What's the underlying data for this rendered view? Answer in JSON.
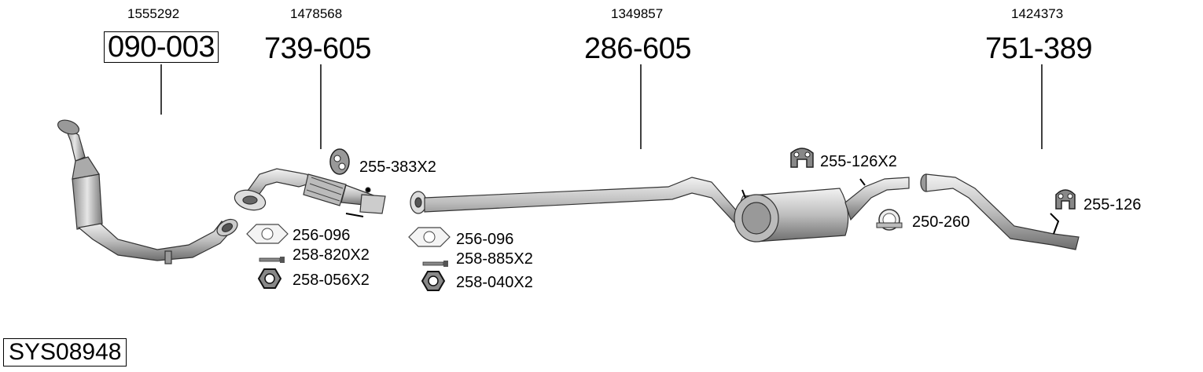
{
  "diagram": {
    "system_code": "SYS08948",
    "parts": [
      {
        "oe_number": "1555292",
        "part_number": "090-003",
        "icon": "catalytic-converter-front-pipe"
      },
      {
        "oe_number": "1478568",
        "part_number": "739-605",
        "icon": "flex-front-pipe"
      },
      {
        "oe_number": "1349857",
        "part_number": "286-605",
        "icon": "middle-pipe-with-silencer"
      },
      {
        "oe_number": "1424373",
        "part_number": "751-389",
        "icon": "tail-pipe"
      }
    ],
    "accessories": [
      {
        "label": "255-383X2",
        "icon": "rubber-mount-icon"
      },
      {
        "label": "256-096",
        "icon": "gasket-icon"
      },
      {
        "label": "258-820X2",
        "icon": "bolt-icon"
      },
      {
        "label": "258-056X2",
        "icon": "nut-icon"
      },
      {
        "label": "256-096",
        "icon": "gasket-icon"
      },
      {
        "label": "258-885X2",
        "icon": "bolt-icon"
      },
      {
        "label": "258-040X2",
        "icon": "nut-icon"
      },
      {
        "label": "255-126X2",
        "icon": "rubber-mount-icon"
      },
      {
        "label": "250-260",
        "icon": "clamp-icon"
      },
      {
        "label": "255-126",
        "icon": "rubber-mount-icon"
      }
    ]
  }
}
